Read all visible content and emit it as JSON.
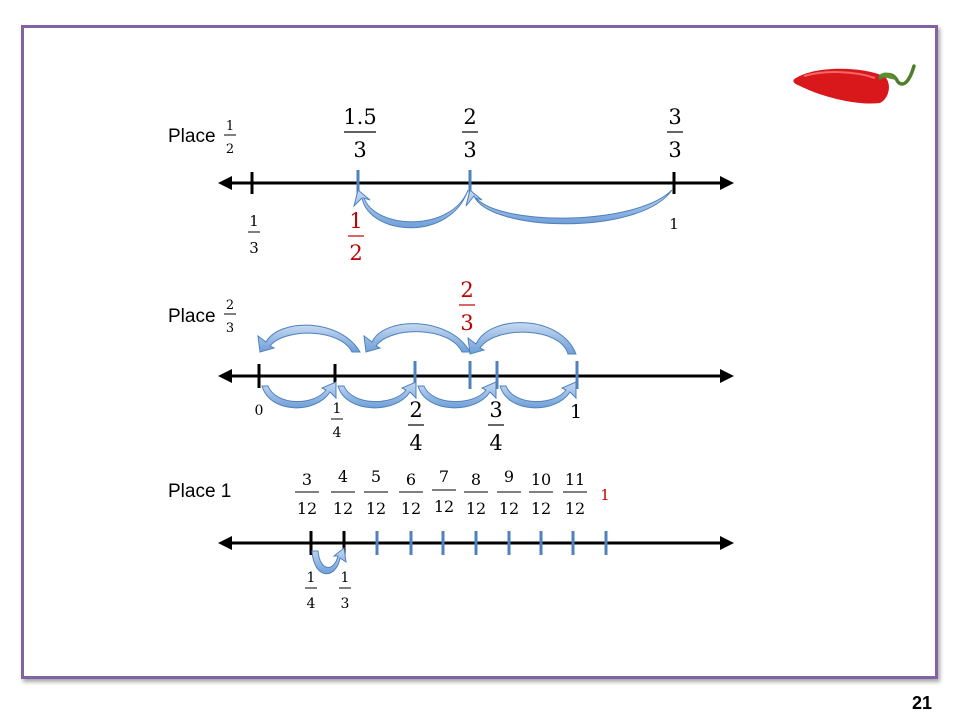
{
  "slide": {
    "page_number": "21",
    "icon": "chili-pepper-icon"
  },
  "rows": [
    {
      "prompt": "Place",
      "prompt_fraction": {
        "num": "1",
        "den": "2"
      },
      "above_labels": [
        {
          "num": "1.5",
          "den": "3",
          "color": "#000000"
        },
        {
          "num": "2",
          "den": "3",
          "color": "#000000"
        },
        {
          "num": "3",
          "den": "3",
          "color": "#000000"
        }
      ],
      "below_labels": [
        {
          "num": "1",
          "den": "3",
          "color": "#000000"
        },
        {
          "num": "1",
          "den": "2",
          "color": "#c00000"
        },
        {
          "text": "1",
          "color": "#000000"
        }
      ]
    },
    {
      "prompt": "Place",
      "prompt_fraction": {
        "num": "2",
        "den": "3"
      },
      "above_labels": [
        {
          "num": "2",
          "den": "3",
          "color": "#c00000"
        }
      ],
      "below_labels": [
        {
          "text": "0",
          "color": "#000000"
        },
        {
          "num": "1",
          "den": "4",
          "color": "#000000"
        },
        {
          "num": "2",
          "den": "4",
          "color": "#000000"
        },
        {
          "num": "3",
          "den": "4",
          "color": "#000000"
        },
        {
          "text": "1",
          "color": "#000000"
        }
      ]
    },
    {
      "prompt": "Place 1",
      "above_labels": [
        {
          "num": "3",
          "den": "12",
          "color": "#000000"
        },
        {
          "num": "4",
          "den": "12",
          "color": "#000000"
        },
        {
          "num": "5",
          "den": "12",
          "color": "#000000"
        },
        {
          "num": "6",
          "den": "12",
          "color": "#000000"
        },
        {
          "num": "7",
          "den": "12",
          "color": "#000000"
        },
        {
          "num": "8",
          "den": "12",
          "color": "#000000"
        },
        {
          "num": "9",
          "den": "12",
          "color": "#000000"
        },
        {
          "num": "10",
          "den": "12",
          "color": "#000000"
        },
        {
          "num": "11",
          "den": "12",
          "color": "#000000"
        },
        {
          "text": "1",
          "color": "#c00000"
        }
      ],
      "below_labels": [
        {
          "num": "1",
          "den": "4",
          "color": "#000000"
        },
        {
          "num": "1",
          "den": "3",
          "color": "#000000"
        }
      ]
    }
  ],
  "colors": {
    "tick_blue": "#4f81bd",
    "arrow_fill": "#8eb4e3",
    "arrow_stroke": "#4f81bd",
    "frame": "#8064a2"
  }
}
